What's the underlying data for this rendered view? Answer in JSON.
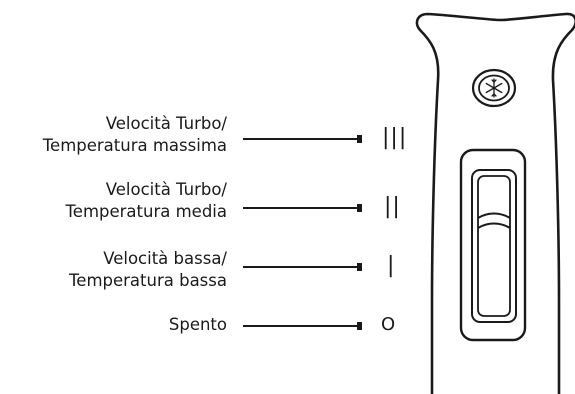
{
  "settings": [
    {
      "line1": "Velocità Turbo/",
      "line2": "Temperatura massima",
      "symbol": "|||"
    },
    {
      "line1": "Velocità Turbo/",
      "line2": "Temperatura media",
      "symbol": "||"
    },
    {
      "line1": "Velocità bassa/",
      "line2": "Temperatura bassa",
      "symbol": "|"
    },
    {
      "line1": "Spento",
      "line2": "",
      "symbol": "O"
    }
  ],
  "icons": {
    "cool_button": "snowflake-icon"
  }
}
